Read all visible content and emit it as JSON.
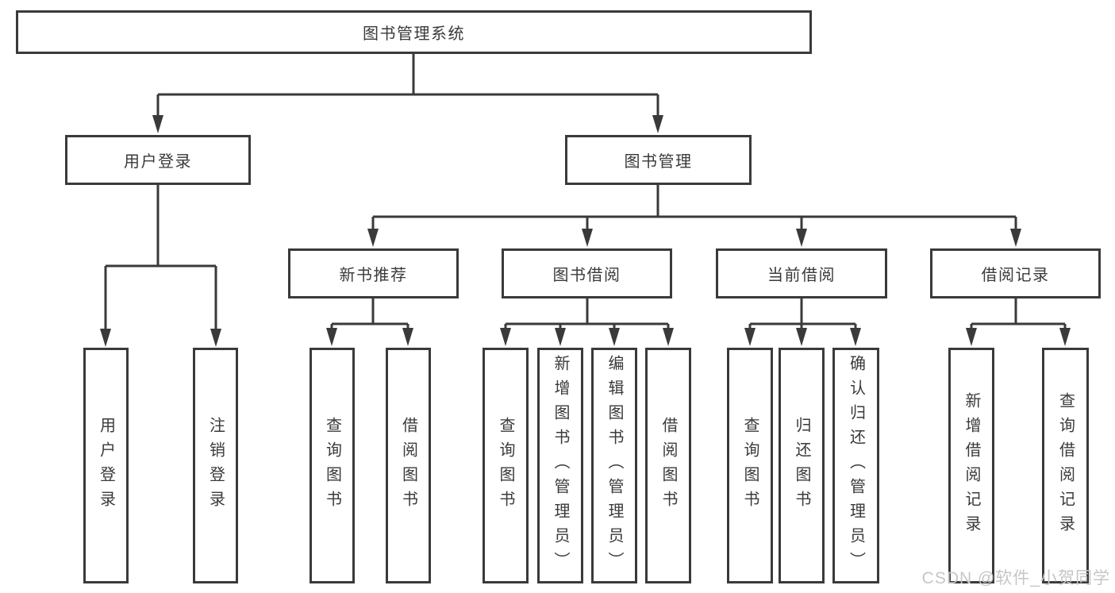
{
  "nodes": {
    "root": {
      "label": "图书管理系统"
    },
    "login": {
      "label": "用户登录"
    },
    "mgmt": {
      "label": "图书管理"
    },
    "login_leaves": [
      {
        "label": "用户登录"
      },
      {
        "label": "注销登录"
      }
    ],
    "mgmt_children": [
      {
        "label": "新书推荐",
        "leaves": [
          {
            "label": "查询图书"
          },
          {
            "label": "借阅图书"
          }
        ]
      },
      {
        "label": "图书借阅",
        "leaves": [
          {
            "label": "查询图书"
          },
          {
            "label": "新增图书（管理员）"
          },
          {
            "label": "编辑图书（管理员）"
          },
          {
            "label": "借阅图书"
          }
        ]
      },
      {
        "label": "当前借阅",
        "leaves": [
          {
            "label": "查询图书"
          },
          {
            "label": "归还图书"
          },
          {
            "label": "确认归还（管理员）"
          }
        ]
      },
      {
        "label": "借阅记录",
        "leaves": [
          {
            "label": "新增借阅记录"
          },
          {
            "label": "查询借阅记录"
          }
        ]
      }
    ]
  },
  "watermark": {
    "text": "CSDN @软件_小贺同学"
  },
  "colors": {
    "line": "#3a3a3a",
    "text": "#3a3a3a",
    "watermark": "#c6c6c6",
    "background": "#ffffff"
  }
}
